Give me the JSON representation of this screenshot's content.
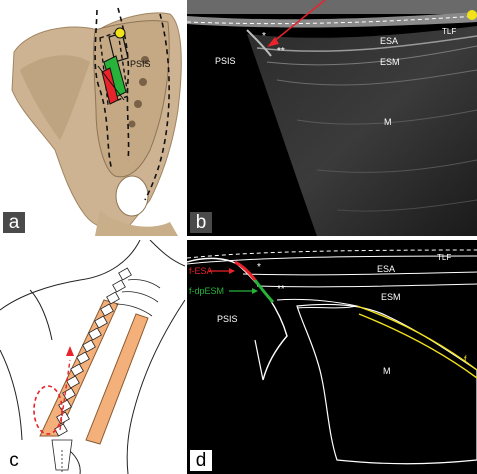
{
  "panels": {
    "a": {
      "tag": "a",
      "labels": {
        "psis": "PSIS"
      }
    },
    "b": {
      "tag": "b",
      "labels": {
        "tlf": "TLF",
        "esa": "ESA",
        "esm": "ESM",
        "m": "M",
        "psis": "PSIS",
        "star1": "*",
        "star2": "**"
      }
    },
    "c": {
      "tag": "c"
    },
    "d": {
      "tag": "d",
      "labels": {
        "tlf": "TLF",
        "esa": "ESA",
        "esm": "ESM",
        "m": "M",
        "psis": "PSIS",
        "f_esa": "f-ESA",
        "f_dpesm": "f-dpESM",
        "f": "f",
        "star1": "*",
        "star2": "**"
      }
    }
  },
  "colors": {
    "red": "#e8232a",
    "green": "#27b33a",
    "yellow": "#f2e21a",
    "orange": "#f4b07a",
    "bone": "#cdb391",
    "dark_tag": "#4a4a4a"
  },
  "icons": {
    "probe_marker": "yellow-dot-icon"
  }
}
